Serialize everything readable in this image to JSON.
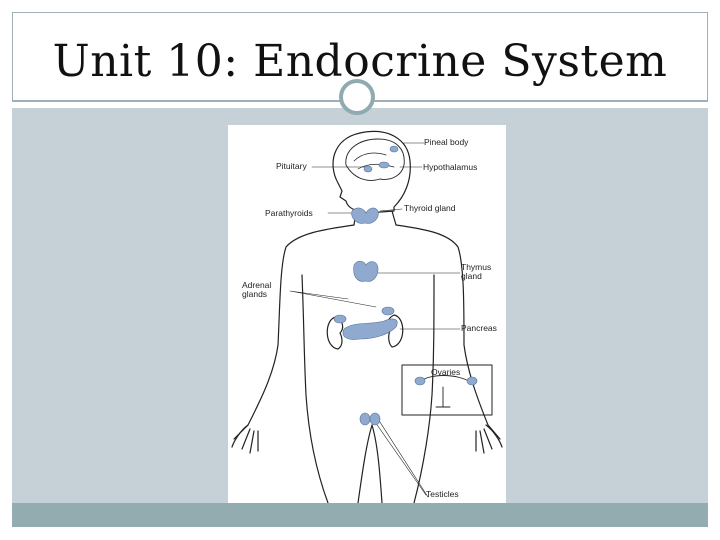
{
  "slide": {
    "title": "Unit 10: Endocrine System"
  },
  "diagram": {
    "labels": {
      "pineal_body": "Pineal body",
      "pituitary": "Pituitary",
      "hypothalamus": "Hypothalamus",
      "parathyroids": "Parathyroids",
      "thyroid_gland": "Thyroid gland",
      "adrenal_glands": "Adrenal glands",
      "thymus_gland": "Thymus gland",
      "pancreas": "Pancreas",
      "ovaries": "Ovaries",
      "testicles": "Testicles"
    },
    "colors": {
      "gland": "#8fa9cf",
      "outline": "#222222"
    }
  }
}
